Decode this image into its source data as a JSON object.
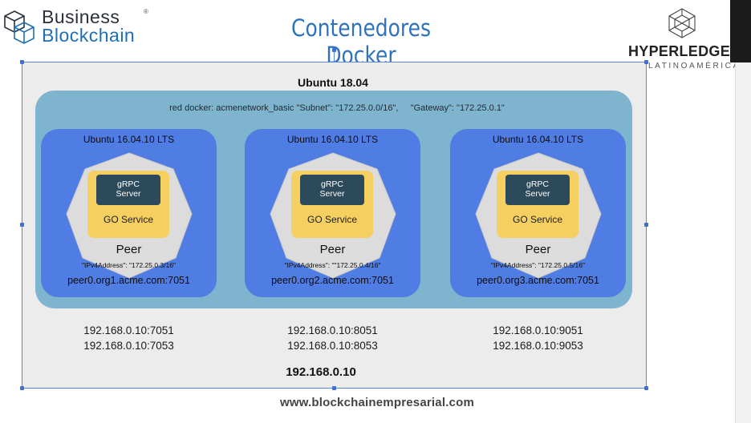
{
  "header": {
    "logo_left": {
      "line1": "Business",
      "line2": "Blockchain",
      "mark": "®"
    },
    "title": "Contenedores Docker",
    "logo_right": {
      "line1": "HYPERLEDGER",
      "line2": "LATINOAMÉRICA"
    }
  },
  "diagram": {
    "host_os": "Ubuntu 18.04",
    "docker_network": "red docker: acmenetwork_basic \"Subnet\": \"172.25.0.0/16\",     \"Gateway\": \"172.25.0.1\"",
    "containers": [
      {
        "os": "Ubuntu 16.04.10 LTS",
        "grpc": "gRPC\nServer",
        "service": "GO Service",
        "role": "Peer",
        "ipv4": "\"IPv4Address\": \"172.25.0.3/16\"",
        "hostname": "peer0.org1.acme.com:7051",
        "ports": [
          "192.168.0.10:7051",
          "192.168.0.10:7053"
        ]
      },
      {
        "os": "Ubuntu 16.04.10 LTS",
        "grpc": "gRPC\nServer",
        "service": "GO Service",
        "role": "Peer",
        "ipv4": "\"IPv4Address\": \"\"172.25.0.4/16\"",
        "hostname": "peer0.org2.acme.com:7051",
        "ports": [
          "192.168.0.10:8051",
          "192.168.0.10:8053"
        ]
      },
      {
        "os": "Ubuntu 16.04.10 LTS",
        "grpc": "gRPC\nServer",
        "service": "GO Service",
        "role": "Peer",
        "ipv4": "\"IPv4Address\": \"172.25.0.5/16\"",
        "hostname": "peer0.org3.acme.com:7051",
        "ports": [
          "192.168.0.10:9051",
          "192.168.0.10:9053"
        ]
      }
    ],
    "host_ip": "192.168.0.10"
  },
  "footer": {
    "url": "www.blockchainempresarial.com"
  },
  "colors": {
    "title_blue": "#2f72bc",
    "network_teal": "#7fb4cf",
    "container_blue": "#4f7de3",
    "octagon_grey": "#dcdcdc",
    "service_yellow": "#f5cf5f",
    "grpc_dark": "#2d4a5c"
  },
  "icons": {
    "logo_left": "blockchain-cubes-icon",
    "logo_right": "polyhedron-network-icon"
  }
}
